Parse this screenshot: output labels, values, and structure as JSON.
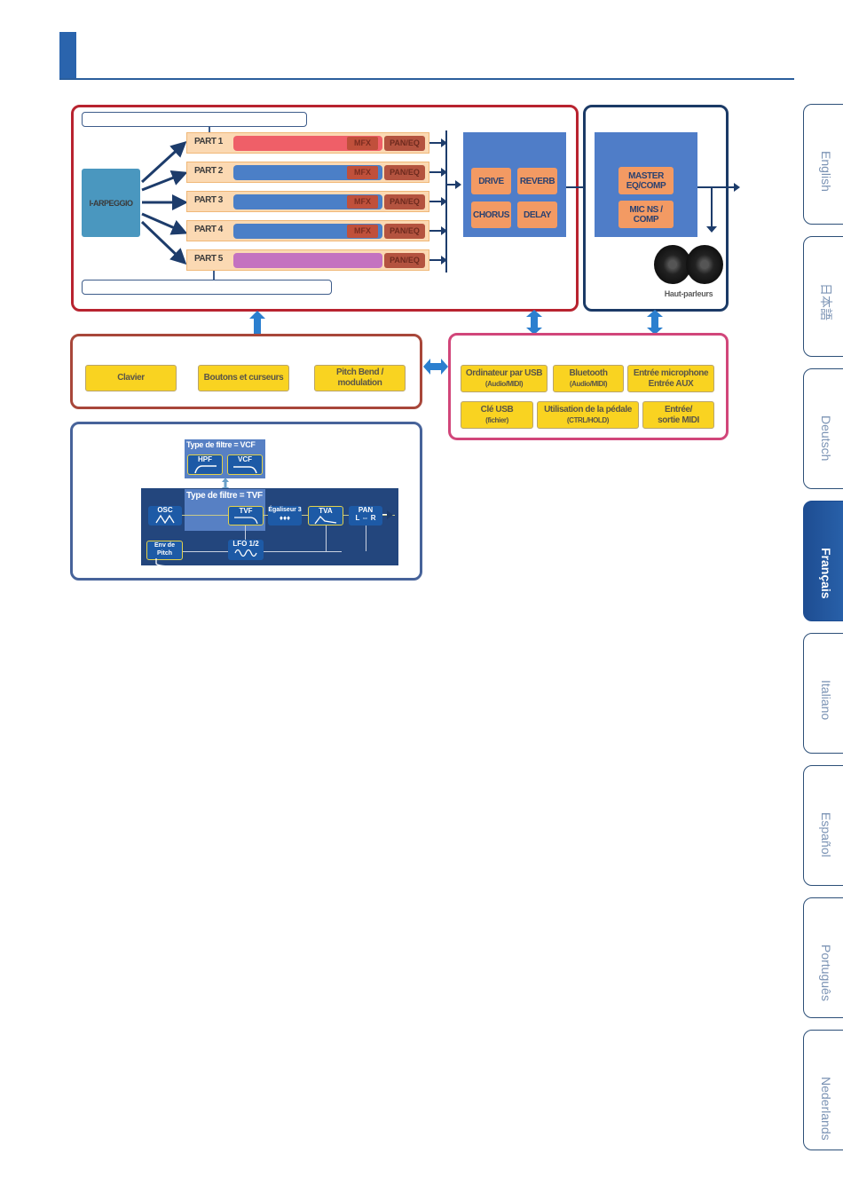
{
  "header": {
    "title": ""
  },
  "language_tabs": [
    {
      "label": "English",
      "active": false
    },
    {
      "label": "日本語",
      "active": false
    },
    {
      "label": "Deutsch",
      "active": false
    },
    {
      "label": "Français",
      "active": true
    },
    {
      "label": "Italiano",
      "active": false
    },
    {
      "label": "Español",
      "active": false
    },
    {
      "label": "Português",
      "active": false
    },
    {
      "label": "Nederlands",
      "active": false
    }
  ],
  "colors": {
    "accent": "#2a64ad",
    "engine_border": "#b8232f",
    "output_border": "#1b3a66",
    "controller_border": "#a8473a",
    "io_border": "#d1467a",
    "tone_border": "#47639a"
  },
  "engine": {
    "arpeggio": "I-ARPEGGIO",
    "parts": [
      {
        "name": "PART 1",
        "color": "#ef5f68",
        "mfx": "MFX",
        "paneq": "PAN/EQ"
      },
      {
        "name": "PART 2",
        "color": "#4b7fc7",
        "mfx": "MFX",
        "paneq": "PAN/EQ"
      },
      {
        "name": "PART 3",
        "color": "#4b7fc7",
        "mfx": "MFX",
        "paneq": "PAN/EQ"
      },
      {
        "name": "PART 4",
        "color": "#4b7fc7",
        "mfx": "MFX",
        "paneq": "PAN/EQ"
      },
      {
        "name": "PART 5",
        "color": "#c472c0",
        "mfx": "",
        "paneq": "PAN/EQ"
      }
    ],
    "effects": [
      "DRIVE",
      "REVERB",
      "CHORUS",
      "DELAY"
    ]
  },
  "output": {
    "master": "MASTER EQ/COMP",
    "mic": "MIC NS / COMP",
    "speakers_label": "Haut-parleurs"
  },
  "controllers": [
    "Clavier",
    "Boutons et curseurs",
    "Pitch Bend / modulation"
  ],
  "io": [
    {
      "label": "Ordinateur par USB",
      "sub": "(Audio/MIDI)"
    },
    {
      "label": "Bluetooth",
      "sub": "(Audio/MIDI)"
    },
    {
      "label": "Entrée microphone",
      "sub": "Entrée AUX"
    },
    {
      "label": "Clé USB",
      "sub": "(fichier)"
    },
    {
      "label": "Utilisation de la pédale",
      "sub": "(CTRL/HOLD)"
    },
    {
      "label": "Entrée/",
      "sub": "sortie MIDI"
    }
  ],
  "tone": {
    "vcf_title": "Type de filtre = VCF",
    "tvf_title": "Type de filtre = TVF",
    "hpf": "HPF",
    "vcf": "VCF",
    "osc": "OSC",
    "tvf": "TVF",
    "eq": "Égaliseur 3",
    "tva": "TVA",
    "pan": "PAN",
    "pan_sub": "L ⇔ R",
    "pitch_env": "Env de Pitch",
    "lfo": "LFO 1/2"
  }
}
